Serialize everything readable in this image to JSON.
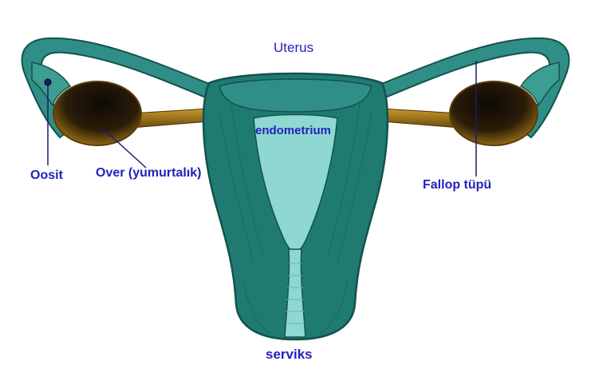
{
  "diagram": {
    "labels": {
      "uterus": "Uterus",
      "endometrium": "endometrium",
      "oosit": "Oosit",
      "over": "Over (yumurtalık)",
      "fallop": "Fallop tüpü",
      "serviks": "serviks"
    },
    "colors": {
      "tissue_dark": "#1f7b72",
      "tissue_mid": "#2f8f86",
      "tissue_light": "#8fd8d2",
      "outline": "#14524c",
      "ovary_dark": "#1a1208",
      "ovary_gold": "#b8861e",
      "label_text": "#2222bb",
      "leader_line": "#1a1a7a"
    }
  }
}
